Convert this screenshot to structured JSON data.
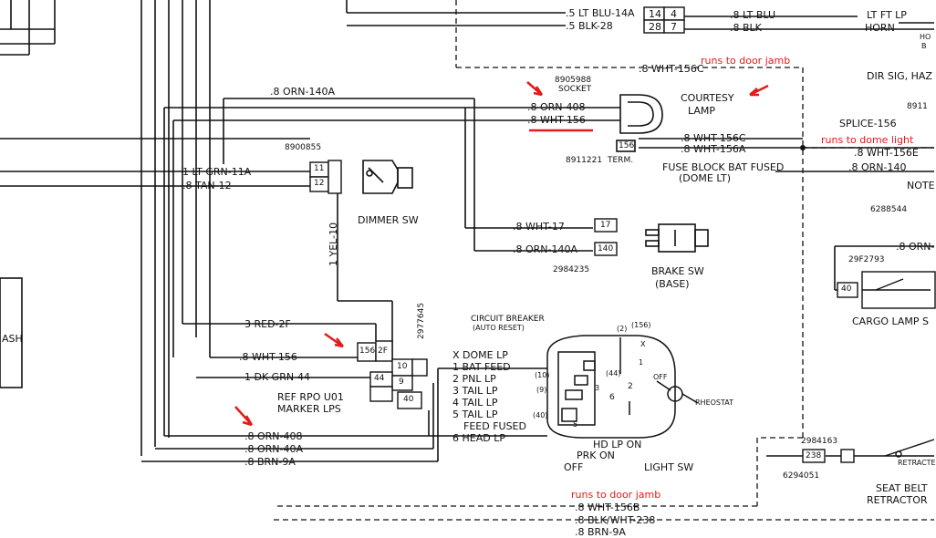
{
  "top": {
    "wire_lt_blu": ".5 LT BLU-14A",
    "wire_blk": ".5 BLK-28",
    "t14": "14",
    "t4": "4",
    "t28": "28",
    "t7": "7",
    "r_lt_blu": ".8 LT BLU",
    "r_blk": ".8 BLK",
    "lt_ft_lp": "LT FT LP",
    "horn": "HORN",
    "horn_partial": "HO",
    "horn_partial2": "B",
    "dir_sig": "DIR SIG, HAZ",
    "wht156c_top": ".8 WHT-156C",
    "orn140a": ".8 ORN-140A"
  },
  "annotations": {
    "runs_door_jamb_top": "runs to door jamb",
    "runs_dome_light": "runs to dome light",
    "runs_door_jamb_bottom": "runs to door jamb"
  },
  "courtesy": {
    "socket_num": "8905988",
    "socket": "SOCKET",
    "orn408": ".8 ORN-408",
    "wht156": ".8 WHT-156",
    "label1": "COURTESY",
    "label2": "LAMP",
    "term_num": "8911221",
    "term": "TERM.",
    "terminal": "156",
    "wht156c": ".8 WHT-156C",
    "wht156a": ".8 WHT-156A",
    "splice": "SPLICE-156",
    "wht156e": ".8 WHT-156E",
    "orn140": ".8 ORN-140",
    "fuse_block": "FUSE BLOCK BAT FUSED",
    "dome_lt": "(DOME LT)",
    "note": "NOTE",
    "p8911": "8911",
    "p6288": "6288544"
  },
  "dimmer": {
    "part": "8900855",
    "t11": "11",
    "t12": "12",
    "wire1": "1 LT GRN-11A",
    "wire2": ".8 TAN-12",
    "label": "DIMMER SW",
    "yel": "1 YEL-10"
  },
  "brake": {
    "wht17": ".8 WHT-17",
    "orn140a": ".8 ORN-140A",
    "t17": "17",
    "t140": "140",
    "part": "2984235",
    "label1": "BRAKE SW",
    "label2": "(BASE)"
  },
  "cargo": {
    "orn": ".8 ORN-",
    "part": "29F2793",
    "t40": "40",
    "label": "CARGO LAMP S"
  },
  "connector": {
    "part": "2977645",
    "red2f": "3 RED-2F",
    "wht156": ".8 WHT-156",
    "dkgrn44": "1 DK GRN-44",
    "ref1": "REF RPO U01",
    "ref2": "MARKER LPS",
    "orn408": ".8 ORN-408",
    "orn40a": ".8 ORN-40A",
    "brn9a": ".8 BRN-9A",
    "c156": "156",
    "c2f": "2F",
    "c10": "10",
    "c44": "44",
    "c9": "9",
    "c40": "40",
    "ash": "ASH"
  },
  "light_sw": {
    "breaker1": "CIRCUIT BREAKER",
    "breaker2": "(AUTO RESET)",
    "legend": [
      "X DOME LP",
      "1 BAT FEED",
      "2 PNL LP",
      "3 TAIL LP",
      "4 TAIL LP",
      "5 TAIL LP",
      "FEED FUSED",
      "6 HEAD LP"
    ],
    "hd_lp_on": "HD LP ON",
    "prk_on": "PRK ON",
    "off": "OFF",
    "label": "LIGHT SW",
    "rheostat": "RHEOSTAT",
    "n2": "(2)",
    "n156": "(156)",
    "x": "X",
    "n10": "(10)",
    "n44": "(44)",
    "n9": "(9)",
    "n40": "(40)",
    "p5": "5",
    "p6": "6",
    "p2": "2",
    "p3": "3",
    "p1": "1",
    "off_small": "OFF"
  },
  "seat_belt": {
    "part1": "2984163",
    "t238": "238",
    "part2": "6294051",
    "retracted": "RETRACTE",
    "label1": "SEAT BELT",
    "label2": "RETRACTOR"
  },
  "bottom": {
    "wht156b": ".8 WHT-156B",
    "blkwht238": ".8 BLK/WHT-238",
    "partial": ".8 BRN-9A"
  },
  "colors": {
    "ink": "#111111",
    "annotation": "#e21b1b"
  }
}
